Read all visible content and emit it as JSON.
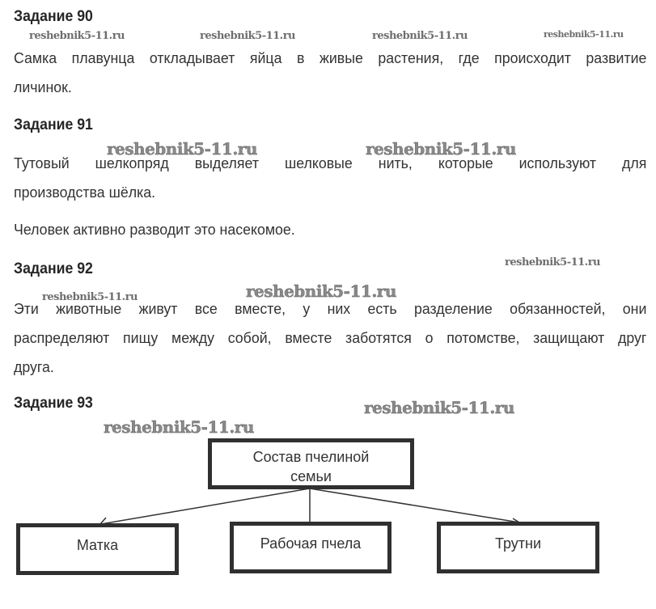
{
  "watermark_text": "reshebnik5-11.ru",
  "tasks": [
    {
      "heading": "Задание 90",
      "lines": [
        "Самка плавунца откладывает яйца в живые растения, где происходит развитие",
        "личинок."
      ]
    },
    {
      "heading": "Задание 91",
      "lines": [
        "Тутовый шелкопряд выделяет шелковые нить, которые используют для",
        "производства шёлка."
      ],
      "extra_paragraph": "Человек активно разводит это насекомое."
    },
    {
      "heading": "Задание 92",
      "lines": [
        "Эти животные живут все вместе, у них есть разделение обязанностей, они",
        "распределяют пищу между собой, вместе заботятся о потомстве, защищают друг",
        "друга."
      ]
    },
    {
      "heading": "Задание 93",
      "diagram": {
        "root": "Состав пчелиной семьи",
        "root_lines": [
          "Состав пчелиной",
          "семьи"
        ],
        "children": [
          "Матка",
          "Рабочая пчела",
          "Трутни"
        ]
      }
    }
  ],
  "colors": {
    "text": "#333333",
    "box_border": "#303030",
    "watermark": "#8a8a8a"
  }
}
